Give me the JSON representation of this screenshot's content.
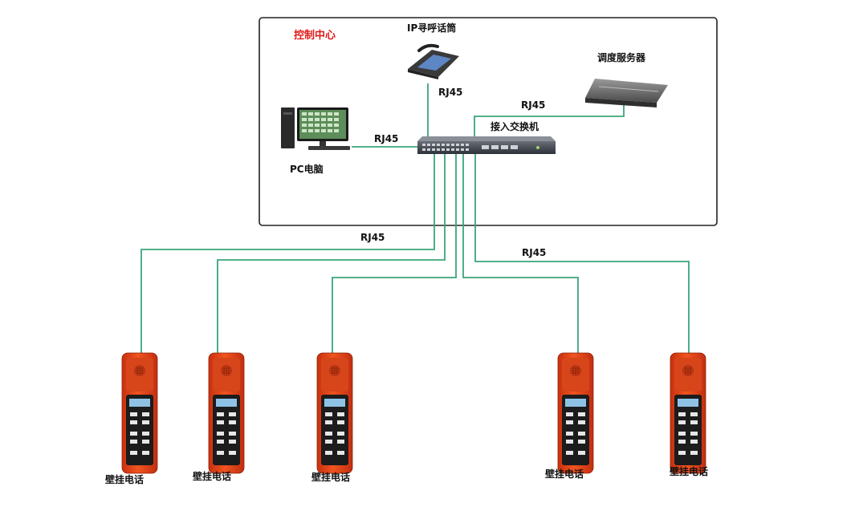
{
  "control_center": {
    "title": "控制中心"
  },
  "devices": {
    "ip_phone": {
      "label": "IP寻呼话筒"
    },
    "server": {
      "label": "调度服务器"
    },
    "switch": {
      "label": "接入交换机"
    },
    "pc": {
      "label": "PC电脑"
    }
  },
  "links": {
    "phone_rj45": "RJ45",
    "server_rj45": "RJ45",
    "pc_rj45": "RJ45",
    "left_rj45": "RJ45",
    "right_rj45": "RJ45"
  },
  "wall_phones": [
    {
      "label": "壁挂电话"
    },
    {
      "label": "壁挂电话"
    },
    {
      "label": "壁挂电话"
    },
    {
      "label": "壁挂电话"
    },
    {
      "label": "壁挂电话"
    }
  ],
  "colors": {
    "cable": "#3aa57a",
    "phone_body": "#e8401c",
    "frame": "#222222",
    "title": "#e11a1a"
  }
}
